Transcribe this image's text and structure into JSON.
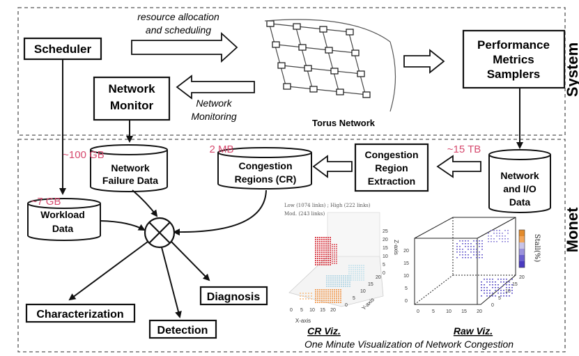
{
  "panels": {
    "system": {
      "label": "System"
    },
    "monet": {
      "label": "Monet"
    }
  },
  "arrows": {
    "resource_allocation": {
      "line1": "resource allocation",
      "line2": "and scheduling"
    },
    "network_monitoring": {
      "line1": "Network",
      "line2": "Monitoring"
    }
  },
  "nodes": {
    "scheduler": {
      "label": "Scheduler"
    },
    "network_monitor": {
      "line1": "Network",
      "line2": "Monitor"
    },
    "torus": {
      "label": "Torus Network"
    },
    "perf_samplers": {
      "line1": "Performance",
      "line2": "Metrics",
      "line3": "Samplers"
    },
    "network_failure_data": {
      "line1": "Network",
      "line2": "Failure Data",
      "size": "~100 GB"
    },
    "congestion_regions": {
      "line1": "Congestion",
      "line2": "Regions (CR)",
      "size": "2 MB"
    },
    "cre": {
      "line1": "Congestion",
      "line2": "Region",
      "line3": "Extraction"
    },
    "network_io_data": {
      "line1": "Network",
      "line2": "and I/O",
      "line3": "Data",
      "size": "~15 TB"
    },
    "workload_data": {
      "line1": "Workload",
      "line2": "Data",
      "size": "~7 GB"
    },
    "characterization": {
      "label": "Characterization"
    },
    "detection": {
      "label": "Detection"
    },
    "diagnosis": {
      "label": "Diagnosis"
    }
  },
  "viz": {
    "legend_line1": "Low (1074 links) ; High (222 links)",
    "legend_line2": "Mod. (243 links)",
    "cr_caption": "CR Viz.",
    "raw_caption": "Raw Viz.",
    "colorbar_label": "Stall(%)",
    "bottom_caption": "One Minute Visualization of Network Congestion",
    "cr_axis_x": "X-axis",
    "cr_axis_y": "Y-axis",
    "cr_axis_z": "Z-axis",
    "cr_ticks_x": [
      "0",
      "5",
      "10",
      "15",
      "20"
    ],
    "cr_ticks_y": [
      "0",
      "5",
      "10",
      "15",
      "20"
    ],
    "cr_ticks_z": [
      "0",
      "5",
      "10",
      "15",
      "20",
      "25"
    ],
    "raw_ticks_x": [
      "0",
      "5",
      "10",
      "15",
      "20"
    ],
    "raw_ticks_y": [
      "0",
      "5",
      "10",
      "15",
      "20"
    ],
    "raw_ticks_z": [
      "0",
      "5",
      "10",
      "15",
      "20"
    ]
  }
}
